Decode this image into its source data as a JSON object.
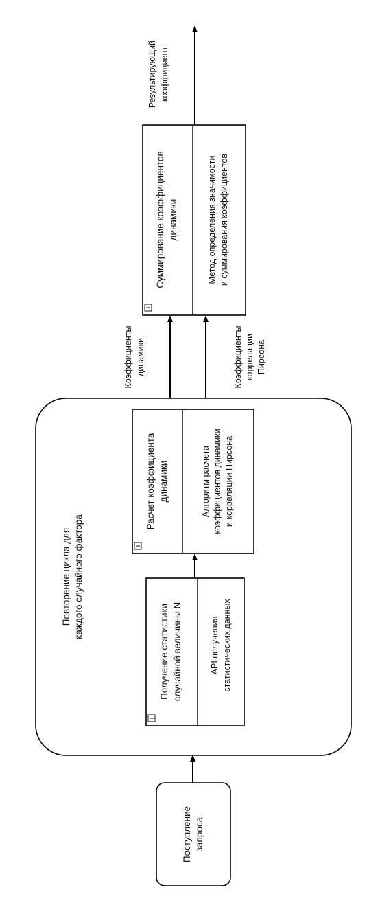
{
  "start": {
    "lines": [
      "Поступление",
      "запроса"
    ]
  },
  "loop": {
    "lines": [
      "Повторение цикла для",
      "каждого случайного фактора"
    ]
  },
  "box1": {
    "title": [
      "Получение статистики",
      "случайной величины N"
    ],
    "mechanism": [
      "API получения",
      "статистических данных"
    ]
  },
  "box2": {
    "title": [
      "Расчет коэффициента",
      "динамики"
    ],
    "mechanism": [
      "Алгоритм расчета",
      "коэффициентов динамики",
      "и корреляции Пирсона"
    ]
  },
  "box3": {
    "title": [
      "Суммирование коэффициентов",
      "динамики"
    ],
    "mechanism": [
      "Метод определения значимости",
      "и суммирования коэффициентов"
    ]
  },
  "labels": {
    "coef_dynamics": [
      "Коэффициенты",
      "динамики"
    ],
    "coef_pearson": [
      "Коэффициенты",
      "корреляции",
      "Пирсона"
    ],
    "result": [
      "Результирующий",
      "коэффициент"
    ]
  }
}
